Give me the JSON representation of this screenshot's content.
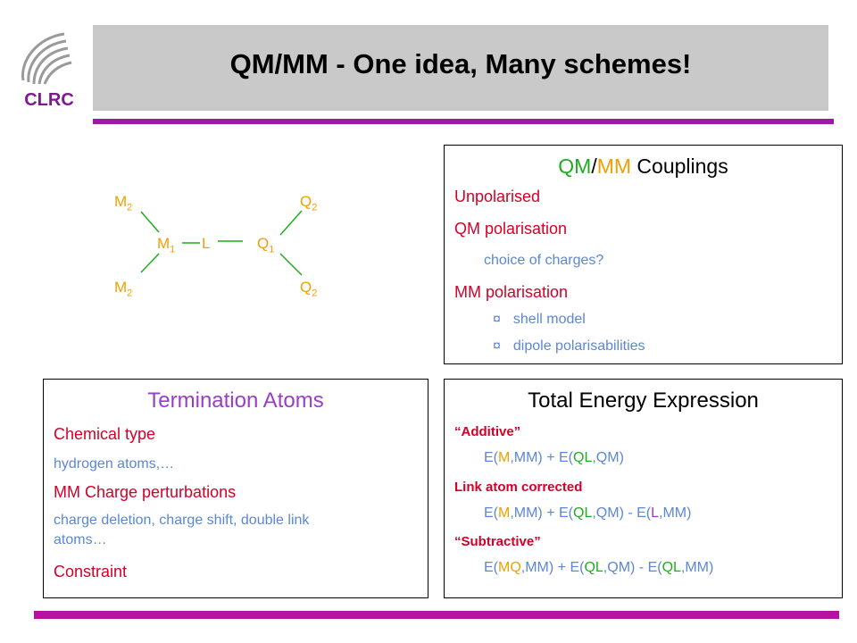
{
  "header": {
    "title": "QM/MM - One idea, Many schemes!",
    "logo_text": "CLRC"
  },
  "diagram": {
    "m2_top": "M",
    "m2_top_sub": "2",
    "m1": "M",
    "m1_sub": "1",
    "l": "L",
    "q1": "Q",
    "q1_sub": "1",
    "q2_top": "Q",
    "q2_top_sub": "2",
    "m2_bottom": "M",
    "m2_bottom_sub": "2",
    "q2_bottom": "Q",
    "q2_bottom_sub": "2"
  },
  "couplings": {
    "title_qm": "QM",
    "title_slash": "/",
    "title_mm": "MM",
    "title_rest": " Couplings",
    "items": [
      "Unpolarised",
      "QM polarisation",
      "choice of charges?",
      "MM polarisation",
      "shell model",
      "dipole polarisabilities"
    ],
    "bullet": "¤"
  },
  "termination": {
    "title": "Termination Atoms",
    "items": [
      "Chemical type",
      "hydrogen atoms,…",
      "MM Charge perturbations",
      "charge deletion, charge shift, double link",
      "atoms…",
      "Constraint"
    ]
  },
  "energy": {
    "title": "Total Energy Expression",
    "additive_label": "“Additive”",
    "link_label": "Link atom corrected",
    "subtractive_label": "“Subtractive”",
    "eq1": [
      "E(",
      "M",
      ",MM) + E(",
      "QL",
      ",QM)"
    ],
    "eq2": [
      "E(",
      "M",
      ",MM) + E(",
      "QL",
      ",QM) - E(",
      "L",
      ",MM)"
    ],
    "eq3": [
      "E(",
      "MQ",
      ",MM) + E(",
      "QL",
      ",QM) - E(",
      "QL",
      ",MM)"
    ]
  },
  "colors": {
    "accent_purple": "#9c1aa6",
    "header_grey": "#c9c9c9",
    "red": "#d40028",
    "blue": "#5b87d6",
    "green": "#1fad1f",
    "orange": "#f0a000"
  }
}
